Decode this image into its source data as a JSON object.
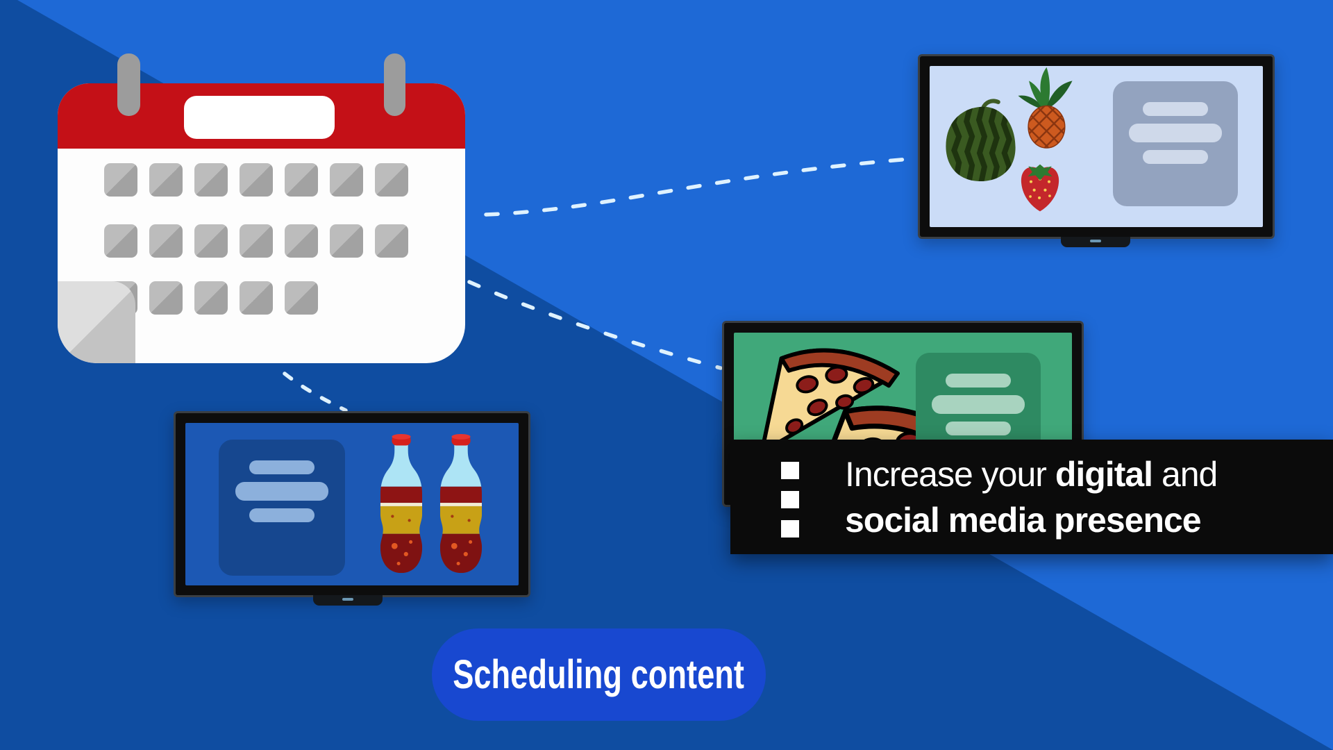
{
  "colors": {
    "background-light": "#1e69d6",
    "background-dark": "#0f4da1",
    "calendar-red": "#c41017",
    "pill-blue": "#1848d0",
    "banner-black": "#0b0b0b",
    "screen-fruit": "#cbdcf7",
    "screen-pizza": "#40a87a",
    "screen-cola": "#1c58b4",
    "dash-color": "#dff2fe"
  },
  "calendar": {
    "rows": [
      7,
      7,
      5
    ]
  },
  "banner": {
    "bullet_count": 3,
    "line1_a": "Increase your ",
    "line1_b": "digital",
    "line1_c": " and",
    "line2": "social media presence"
  },
  "pill": {
    "label": "Scheduling content"
  },
  "icons": {
    "calendar-icon": "calendar with date cells and page curl",
    "watermelon-icon": "watermelon",
    "pineapple-icon": "pineapple",
    "strawberry-icon": "strawberry",
    "pizza-slice-icon": "pepperoni pizza slice",
    "cola-bottle-icon": "cola bottle",
    "tv-icon": "television screen",
    "text-placeholder-icon": "three rounded text lines"
  }
}
